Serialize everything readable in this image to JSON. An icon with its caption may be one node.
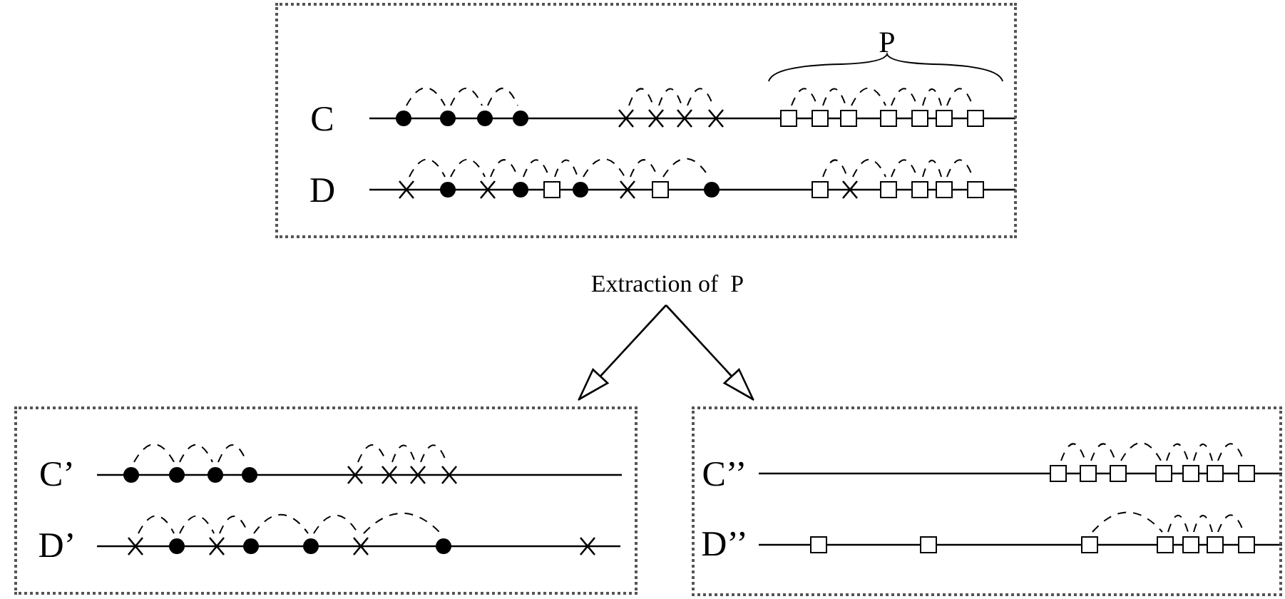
{
  "diagram": {
    "nodes": [
      {
        "text": [
          "P",
          "C",
          "D"
        ]
      },
      {
        "text": [
          "Extraction of  P"
        ]
      },
      {
        "text": [
          "C’",
          "D’"
        ]
      },
      {
        "text": [
          "C’’",
          "D’’"
        ]
      }
    ],
    "edges": [
      {
        "from": 1,
        "to": 2,
        "arrow": "to"
      },
      {
        "from": 1,
        "to": 3,
        "arrow": "to"
      }
    ]
  }
}
